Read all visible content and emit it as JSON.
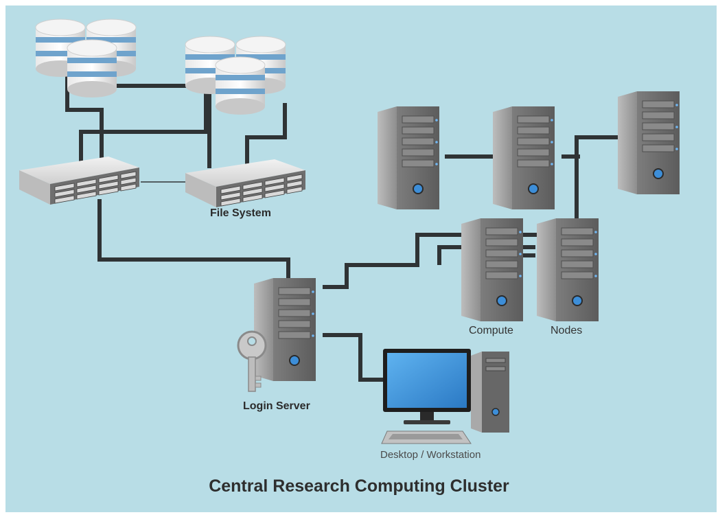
{
  "diagram": {
    "title": "Central Research Computing Cluster",
    "labels": {
      "file_system": "File System",
      "compute": "Compute",
      "nodes": "Nodes",
      "login_server": "Login Server",
      "desktop": "Desktop / Workstation"
    },
    "colors": {
      "background": "#b8dde6",
      "cable": "#2f3335",
      "tower_body": "#6b6b6b",
      "screen": "#3a8fd6",
      "disk_band": "#6fa3cc"
    },
    "icons": [
      "database-icon",
      "storage-array-icon",
      "server-tower-icon",
      "key-icon",
      "desktop-computer-icon"
    ]
  }
}
